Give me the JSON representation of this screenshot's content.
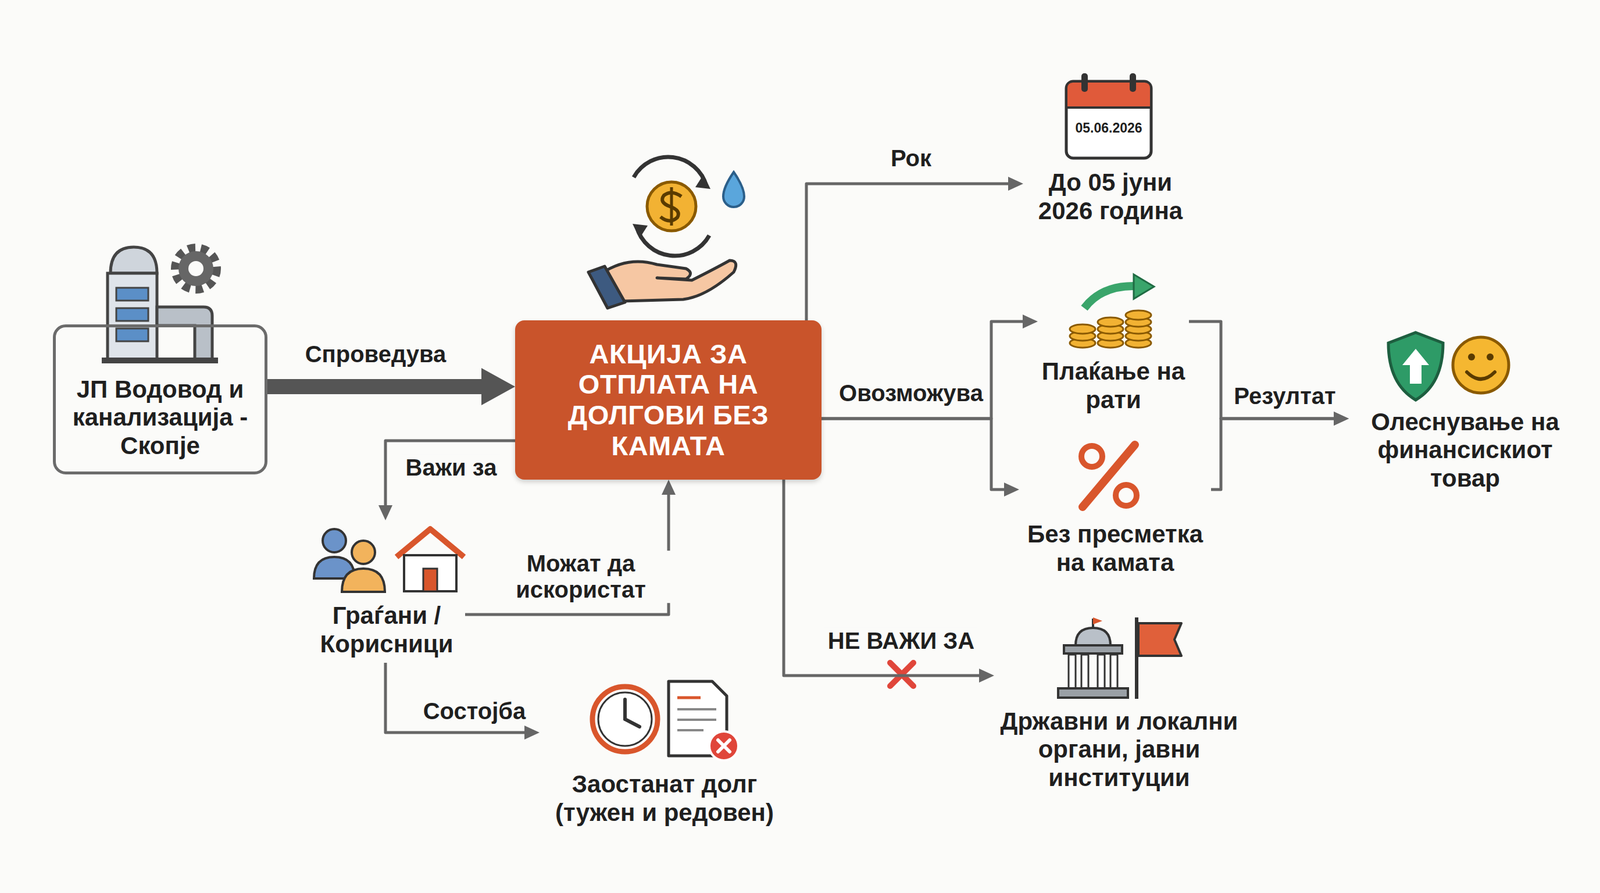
{
  "diagram": {
    "nodes": [
      {
        "text": [
          "ЈП Водовод и канализација - Скопје"
        ]
      },
      {
        "text": [
          "АКЦИЈА ЗА ОТПЛАТА НА ДОЛГОВИ БЕЗ КАМАТА"
        ]
      },
      {
        "text": [
          "До 05 јуни 2026 година"
        ]
      },
      {
        "text": [
          "Плаќање на рати"
        ]
      },
      {
        "text": [
          "Без пресметка на камата"
        ]
      },
      {
        "text": [
          "Олеснување на финансискиот товар"
        ]
      },
      {
        "text": [
          "Граѓани / Корисници"
        ]
      },
      {
        "text": [
          "Заостанат долг (тужен и редовен)"
        ]
      },
      {
        "text": [
          "Државни и локални органи, јавни институции"
        ]
      }
    ],
    "edges": [
      {
        "from": 0,
        "to": 1,
        "label": "Спроведува",
        "arrow": "to"
      },
      {
        "from": 1,
        "to": 2,
        "label": "Рок",
        "arrow": "to"
      },
      {
        "from": 1,
        "to": 3,
        "label": "Овозможува",
        "arrow": "to"
      },
      {
        "from": 1,
        "to": 4,
        "arrow": "to"
      },
      {
        "from": 3,
        "to": 5,
        "label": "Резултат",
        "arrow": "to"
      },
      {
        "from": 4,
        "to": 5,
        "arrow": "to"
      },
      {
        "from": 1,
        "to": 6,
        "label": "Важи за",
        "arrow": "to"
      },
      {
        "from": 6,
        "to": 1,
        "label": "Можат да искористат",
        "arrow": "to"
      },
      {
        "from": 6,
        "to": 7,
        "label": "Состојба",
        "arrow": "to"
      },
      {
        "from": 1,
        "to": 8,
        "label": "НЕ ВАЖИ ЗА",
        "arrow": "to"
      }
    ],
    "labels": [
      "05.06.2026"
    ]
  }
}
